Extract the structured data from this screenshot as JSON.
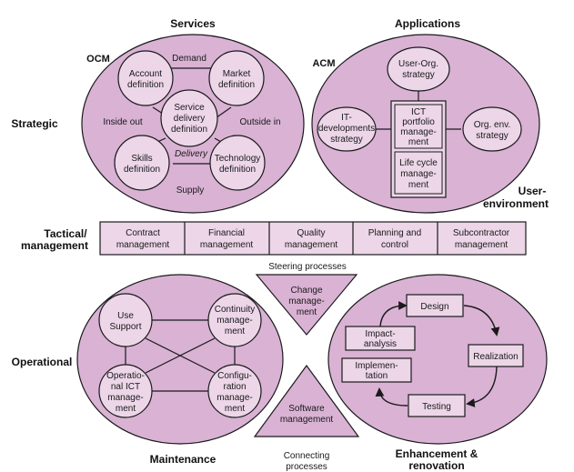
{
  "colors": {
    "fill_big": "#d9b2d4",
    "fill_small": "#ecd6e8",
    "stroke": "#1a1a1a",
    "table_fill": "#ecd6e8"
  },
  "headings": {
    "services": "Services",
    "applications": "Applications",
    "strategic": "Strategic",
    "user_env_1": "User-",
    "user_env_2": "environment",
    "tactical_1": "Tactical/",
    "tactical_2": "management",
    "operational": "Operational",
    "maintenance": "Maintenance",
    "enh_1": "Enhancement &",
    "enh_2": "renovation"
  },
  "services": {
    "tag": "OCM",
    "demand": "Demand",
    "inside_out": "Inside out",
    "outside_in": "Outside in",
    "delivery": "Delivery",
    "supply": "Supply",
    "nodes": {
      "account": [
        "Account",
        "definition"
      ],
      "market": [
        "Market",
        "definition"
      ],
      "service": [
        "Service",
        "delivery",
        "definition"
      ],
      "skills": [
        "Skills",
        "definition"
      ],
      "technology": [
        "Technology",
        "definition"
      ]
    }
  },
  "applications": {
    "tag": "ACM",
    "user_org": [
      "User-Org.",
      "strategy"
    ],
    "it_dev": [
      "IT-",
      "developments",
      "strategy"
    ],
    "ict_portfolio": [
      "ICT",
      "portfolio",
      "manage-",
      "ment"
    ],
    "life_cycle": [
      "Life cycle",
      "manage-",
      "ment"
    ],
    "org_env": [
      "Org. env.",
      "strategy"
    ]
  },
  "tactical": {
    "cells": [
      [
        "Contract",
        "management"
      ],
      [
        "Financial",
        "management"
      ],
      [
        "Quality",
        "management"
      ],
      [
        "Planning and",
        "control"
      ],
      [
        "Subcontractor",
        "management"
      ]
    ]
  },
  "center": {
    "steering": "Steering processes",
    "change": [
      "Change",
      "manage-",
      "ment"
    ],
    "software": [
      "Software",
      "management"
    ],
    "connecting": [
      "Connecting",
      "processes"
    ]
  },
  "maintenance": {
    "use_support": [
      "Use",
      "Support"
    ],
    "continuity": [
      "Continuity",
      "manage-",
      "ment"
    ],
    "operational_ict": [
      "Operatio-",
      "nal ICT",
      "manage-",
      "ment"
    ],
    "configuration": [
      "Configu-",
      "ration",
      "manage-",
      "ment"
    ]
  },
  "enhancement": {
    "design": "Design",
    "impact": [
      "Impact-",
      "analysis"
    ],
    "realization": "Realization",
    "implementation": [
      "Implemen-",
      "tation"
    ],
    "testing": "Testing"
  }
}
